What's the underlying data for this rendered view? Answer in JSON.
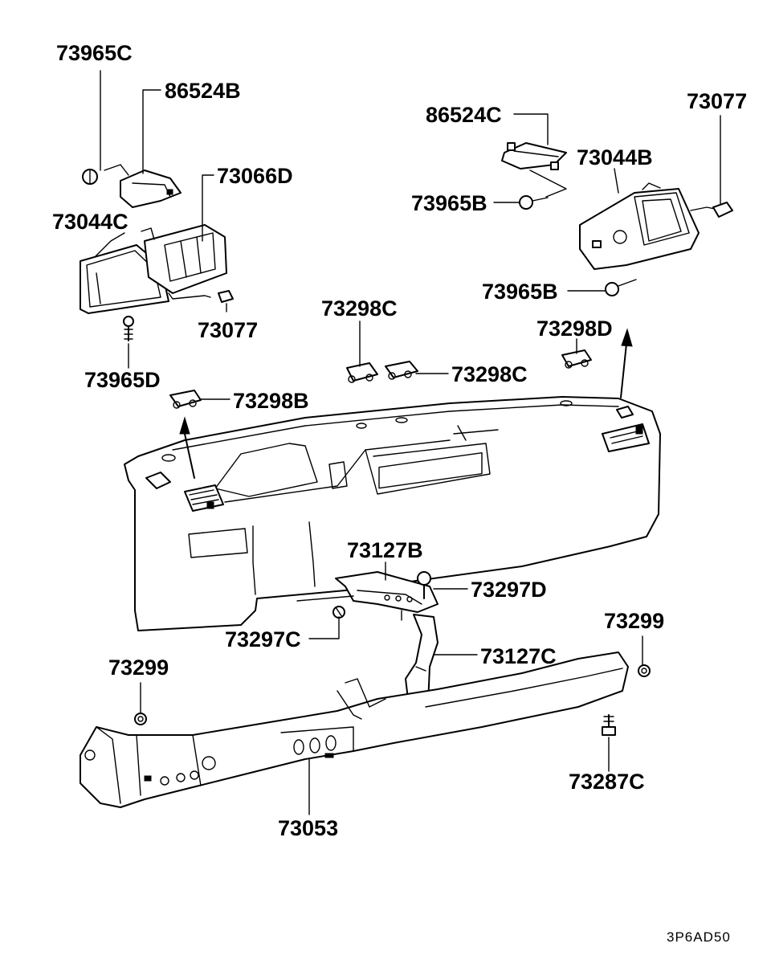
{
  "diagram": {
    "code": "3P6AD50",
    "callouts": {
      "c73965C": "73965C",
      "c86524B": "86524B",
      "c73066D": "73066D",
      "c73044C": "73044C",
      "c73077L": "73077",
      "c73965D": "73965D",
      "c73298B": "73298B",
      "c86524C": "86524C",
      "c73965Bt": "73965B",
      "c73077R": "73077",
      "c73044B": "73044B",
      "c73965Bb": "73965B",
      "c73298Ct": "73298C",
      "c73298Cr": "73298C",
      "c73298D": "73298D",
      "c73127B": "73127B",
      "c73297D": "73297D",
      "c73297C": "73297C",
      "c73127C": "73127C",
      "c73299R": "73299",
      "c73299L": "73299",
      "c73287C": "73287C",
      "c73053": "73053"
    }
  }
}
